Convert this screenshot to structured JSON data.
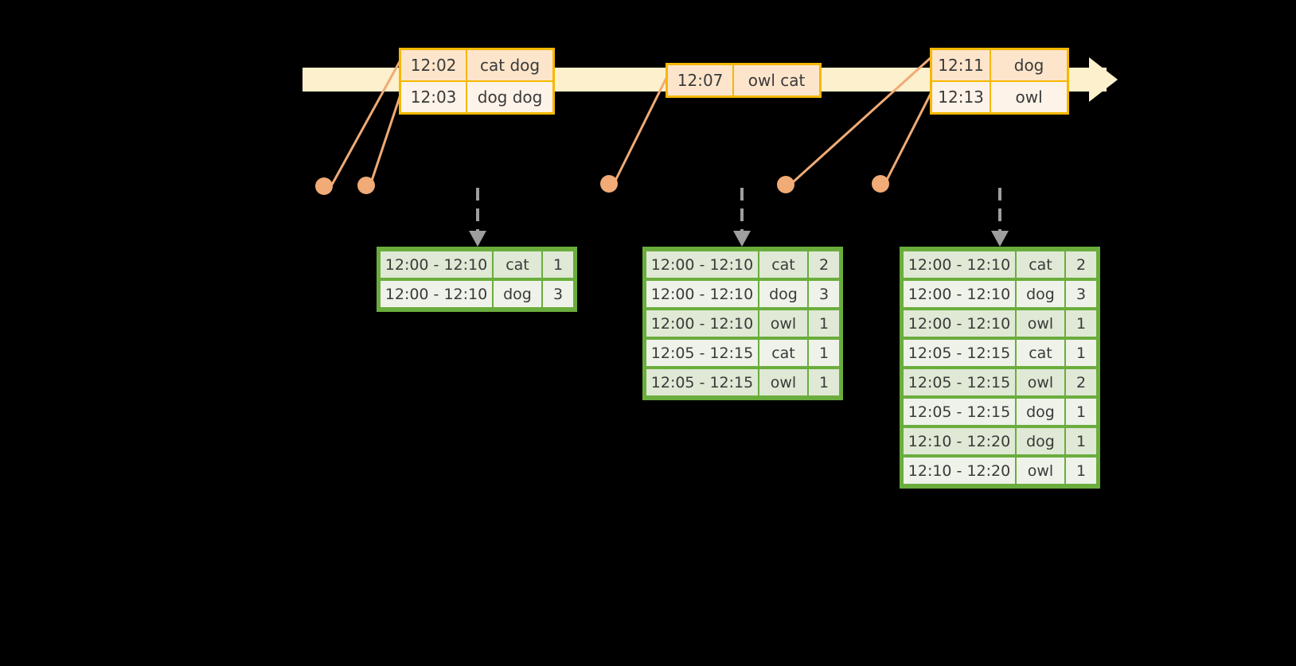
{
  "timeline": {
    "name": "event-stream-timeline",
    "direction": "left-to-right",
    "events": [
      {
        "group": "group-a",
        "rows": [
          {
            "time": "12:02",
            "value": "cat dog"
          },
          {
            "time": "12:03",
            "value": "dog dog"
          }
        ]
      },
      {
        "group": "group-b",
        "rows": [
          {
            "time": "12:07",
            "value": "owl cat"
          }
        ]
      },
      {
        "group": "group-c",
        "rows": [
          {
            "time": "12:11",
            "value": "dog"
          },
          {
            "time": "12:13",
            "value": "owl"
          }
        ]
      }
    ]
  },
  "connector_dots": [
    {
      "label": "dot-1"
    },
    {
      "label": "dot-2"
    },
    {
      "label": "dot-3"
    },
    {
      "label": "dot-4"
    },
    {
      "label": "dot-5"
    }
  ],
  "results": [
    {
      "name": "result-table-1",
      "rows": [
        {
          "window": "12:00 - 12:10",
          "key": "cat",
          "count": "1"
        },
        {
          "window": "12:00 - 12:10",
          "key": "dog",
          "count": "3"
        }
      ]
    },
    {
      "name": "result-table-2",
      "rows": [
        {
          "window": "12:00 - 12:10",
          "key": "cat",
          "count": "2"
        },
        {
          "window": "12:00 - 12:10",
          "key": "dog",
          "count": "3"
        },
        {
          "window": "12:00 - 12:10",
          "key": "owl",
          "count": "1"
        },
        {
          "window": "12:05 - 12:15",
          "key": "cat",
          "count": "1"
        },
        {
          "window": "12:05 - 12:15",
          "key": "owl",
          "count": "1"
        }
      ]
    },
    {
      "name": "result-table-3",
      "rows": [
        {
          "window": "12:00 - 12:10",
          "key": "cat",
          "count": "2"
        },
        {
          "window": "12:00 - 12:10",
          "key": "dog",
          "count": "3"
        },
        {
          "window": "12:00 - 12:10",
          "key": "owl",
          "count": "1"
        },
        {
          "window": "12:05 - 12:15",
          "key": "cat",
          "count": "1"
        },
        {
          "window": "12:05 - 12:15",
          "key": "owl",
          "count": "2"
        },
        {
          "window": "12:05 - 12:15",
          "key": "dog",
          "count": "1"
        },
        {
          "window": "12:10 - 12:20",
          "key": "dog",
          "count": "1"
        },
        {
          "window": "12:10 - 12:20",
          "key": "owl",
          "count": "1"
        }
      ]
    }
  ],
  "colors": {
    "background": "#000000",
    "timeline_fill": "#fdf0cd",
    "event_border": "#f5b800",
    "event_fill_dark": "#fde5cb",
    "event_fill_light": "#fdf3e8",
    "connector": "#f0ab76",
    "table_border": "#6aad3d",
    "table_fill_dark": "#dfe9d5",
    "table_fill_light": "#eef2e9",
    "dashed_arrow": "#9e9e9e"
  }
}
